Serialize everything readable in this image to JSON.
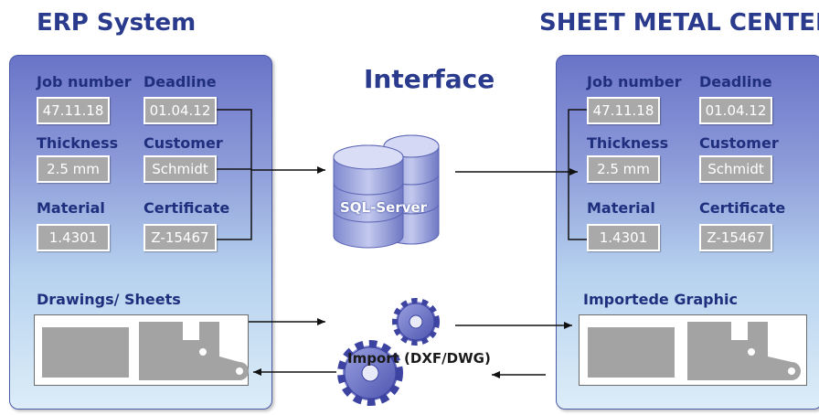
{
  "left_title": "ERP System",
  "right_title": "SHEET METAL CENTER",
  "interface_title": "Interface",
  "sql_label": "SQL-Server",
  "import_label": "Import (DXF/DWG)",
  "erp": {
    "job_number_label": "Job number",
    "job_number": "47.11.18",
    "deadline_label": "Deadline",
    "deadline": "01.04.12",
    "thickness_label": "Thickness",
    "thickness": "2.5 mm",
    "customer_label": "Customer",
    "customer": "Schmidt",
    "material_label": "Material",
    "material": "1.4301",
    "certificate_label": "Certificate",
    "certificate": "Z-15467",
    "drawings_label": "Drawings/ Sheets"
  },
  "smc": {
    "job_number_label": "Job number",
    "job_number": "47.11.18",
    "deadline_label": "Deadline",
    "deadline": "01.04.12",
    "thickness_label": "Thickness",
    "thickness": "2.5 mm",
    "customer_label": "Customer",
    "customer": "Schmidt",
    "material_label": "Material",
    "material": "1.4301",
    "certificate_label": "Certificate",
    "certificate": "Z-15467",
    "graphic_label": "Importede Graphic"
  },
  "colors": {
    "title": "#2a3a8c",
    "label": "#1f2f7e",
    "field": "#a9a9a9",
    "gear": "#6a6fc6",
    "db": "#8a92d6"
  }
}
